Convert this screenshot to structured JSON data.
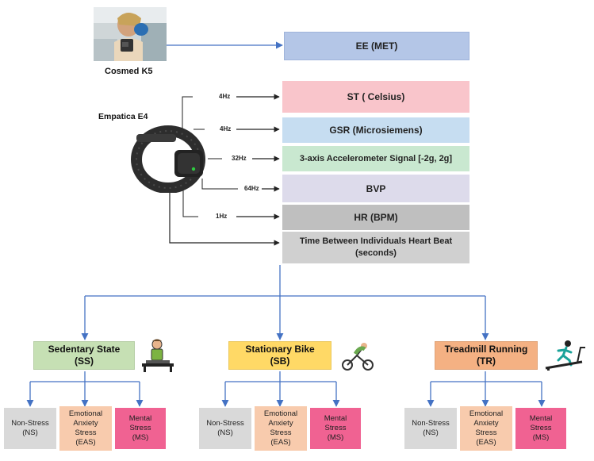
{
  "devices": {
    "cosmed": {
      "name": "Cosmed K5"
    },
    "empatica": {
      "name": "Empatica E4"
    }
  },
  "signals": [
    {
      "label": "EE (MET)",
      "freq": "",
      "color": "#b4c6e7"
    },
    {
      "label": "ST ( Celsius)",
      "freq": "4Hz",
      "color": "#f9c5cb"
    },
    {
      "label": "GSR (Microsiemens)",
      "freq": "4Hz",
      "color": "#c6ddf1"
    },
    {
      "label": "3-axis Accelerometer Signal [-2g, 2g]",
      "freq": "32Hz",
      "color": "#c9e8d0"
    },
    {
      "label": "BVP",
      "freq": "64Hz",
      "color": "#dddbeb"
    },
    {
      "label": "HR (BPM)",
      "freq": "1Hz",
      "color": "#bfbfbf"
    },
    {
      "label_line1": "Time Between Individuals Heart Beat",
      "label_line2": "(seconds)",
      "freq": "",
      "color": "#d0d0d0"
    }
  ],
  "activities": [
    {
      "line1": "Sedentary State",
      "line2": "(SS)",
      "color": "#c6e0b4",
      "icon": "sitting-person-icon"
    },
    {
      "line1": "Stationary Bike",
      "line2": "(SB)",
      "color": "#ffd966",
      "icon": "cyclist-icon"
    },
    {
      "line1": "Treadmill Running",
      "line2": "(TR)",
      "color": "#f4b183",
      "icon": "treadmill-runner-icon"
    }
  ],
  "stress_levels": [
    {
      "lines": [
        "Non-Stress",
        "(NS)"
      ],
      "color": "#d9d9d9"
    },
    {
      "lines": [
        "Emotional",
        "Anxiety",
        "Stress",
        "(EAS)"
      ],
      "color": "#f8cbad"
    },
    {
      "lines": [
        "Mental",
        "Stress",
        "(MS)"
      ],
      "color": "#f06292"
    }
  ]
}
